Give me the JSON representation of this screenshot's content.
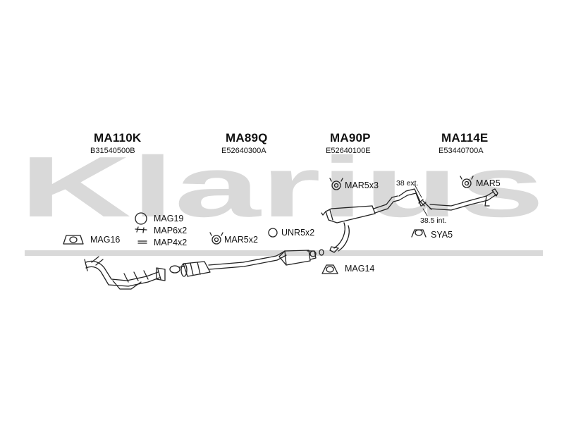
{
  "watermark": {
    "text": "Klarius"
  },
  "assemblies": [
    {
      "code": "MA110K",
      "ref": "B31540500B"
    },
    {
      "code": "MA89Q",
      "ref": "E52640300A"
    },
    {
      "code": "MA90P",
      "ref": "E52640100E"
    },
    {
      "code": "MA114E",
      "ref": "E53440700A"
    }
  ],
  "fittings": {
    "mag19": "MAG19",
    "map6x2": "MAP6x2",
    "map4x2": "MAP4x2",
    "mag16": "MAG16",
    "mar5x2": "MAR5x2",
    "unr5x2": "UNR5x2",
    "mar5x3": "MAR5x3",
    "mag14": "MAG14",
    "mar5": "MAR5",
    "sya5": "SYA5"
  },
  "dimensions": {
    "ext": "38 ext.",
    "int": "38.5 int."
  },
  "colors": {
    "watermark": "#d9d9d9",
    "line": "#222222",
    "fill": "#f2f2f2"
  }
}
